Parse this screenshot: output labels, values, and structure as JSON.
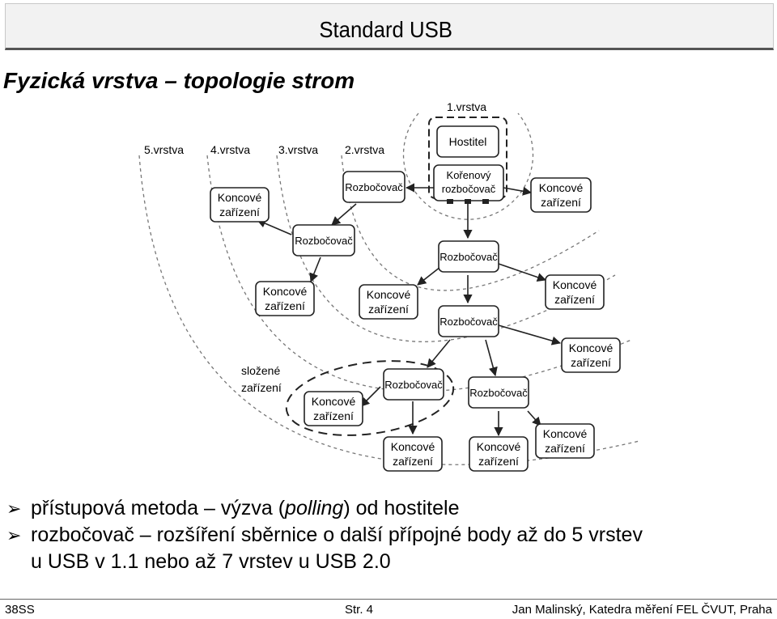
{
  "header": {
    "title": "Standard USB"
  },
  "slide": {
    "title": "Fyzická vrstva – topologie strom"
  },
  "diagram": {
    "layers": [
      "1.vrstva",
      "2.vrstva",
      "3.vrstva",
      "4.vrstva",
      "5.vrstva"
    ],
    "composite_label": [
      "složené",
      "zařízení"
    ],
    "host": "Hostitel",
    "root_hub": [
      "Kořenový",
      "rozbočovač"
    ],
    "hub": "Rozbočovač",
    "device": [
      "Koncové",
      "zařízení"
    ]
  },
  "bullets": [
    {
      "pre": "přístupová metoda – výzva (",
      "em": "polling",
      "post": ") od hostitele"
    },
    {
      "text": "rozbočovač – rozšíření sběrnice o další přípojné body až do 5 vrstev",
      "cont": "u USB v 1.1 nebo až 7 vrstev u USB 2.0"
    }
  ],
  "footer": {
    "left": "38SS",
    "center": "Str. 4",
    "right": "Jan Malinský, Katedra měření FEL ČVUT, Praha"
  }
}
